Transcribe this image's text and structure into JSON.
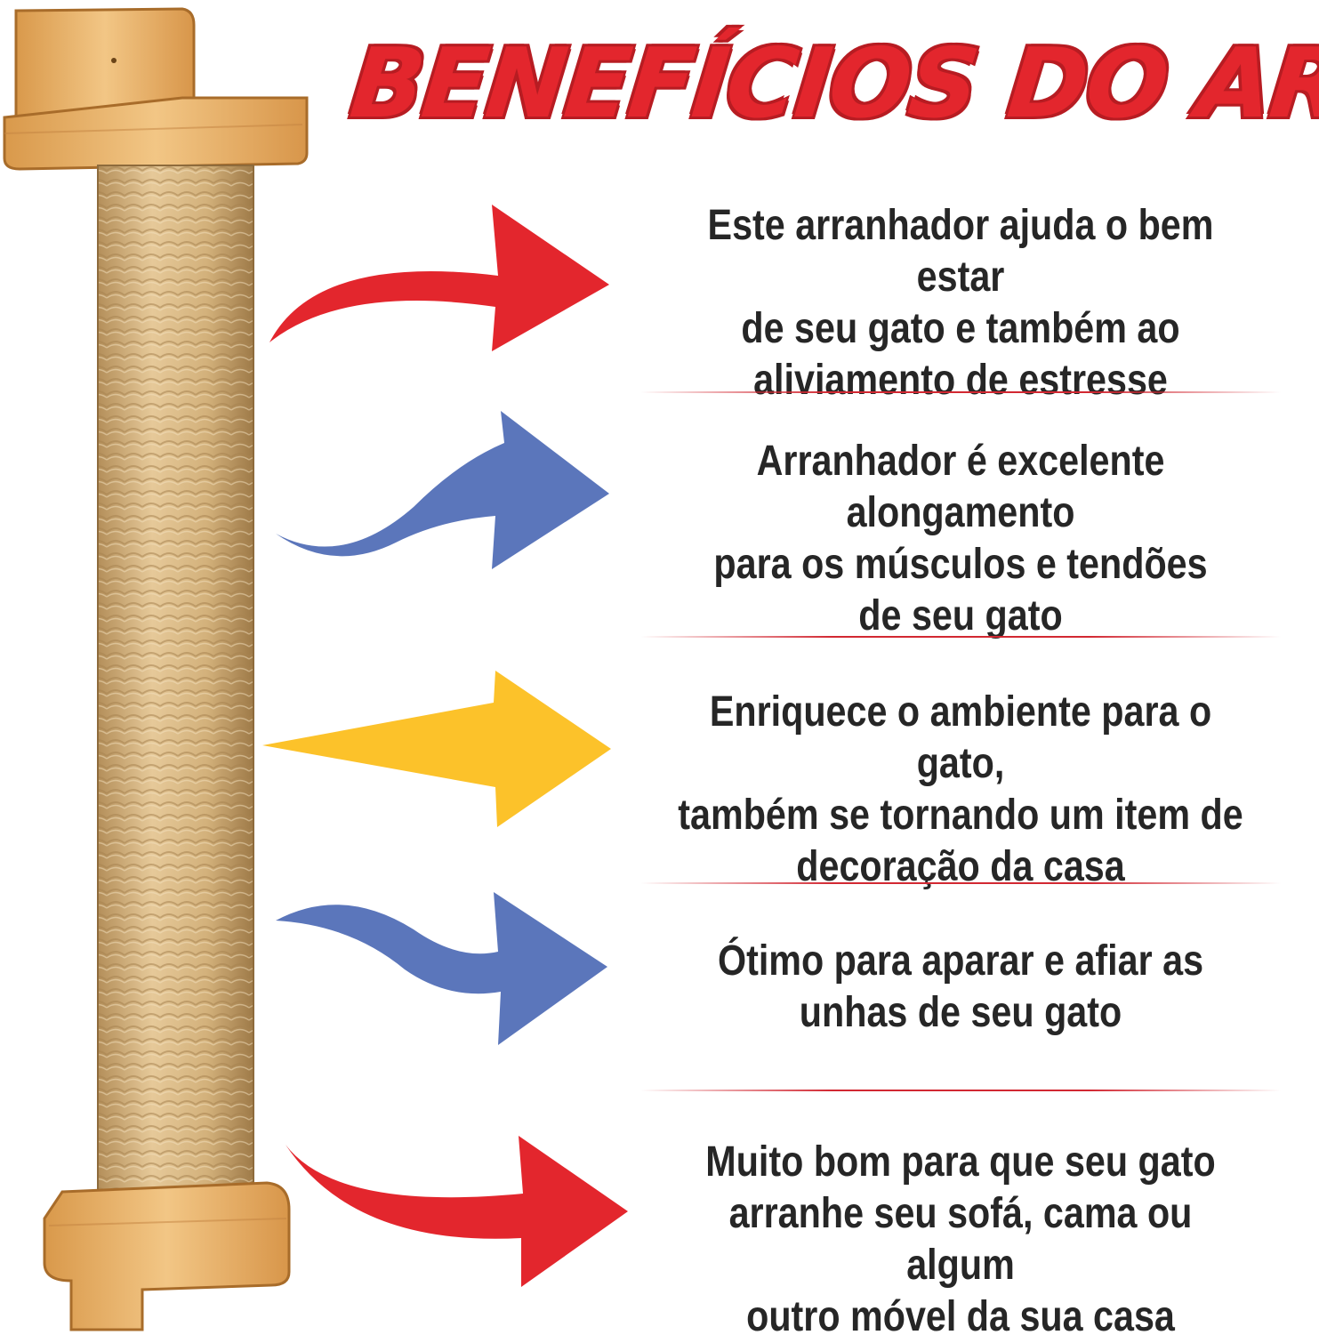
{
  "title": "BENEFÍCIOS DO ARRANHADOR",
  "benefits": [
    {
      "text": "Este arranhador ajuda o bem estar\nde seu gato e também ao\naliviamento de estresse"
    },
    {
      "text": "Arranhador é excelente alongamento\npara os músculos e tendões\nde seu gato"
    },
    {
      "text": "Enriquece o ambiente para o gato,\ntambém se tornando um item de\ndecoração da casa"
    },
    {
      "text": "Ótimo para aparar e afiar as\nunhas de seu gato"
    },
    {
      "text": "Muito bom para que seu gato\narranhe seu sofá, cama ou algum\noutro móvel da sua casa"
    }
  ],
  "colors": {
    "title": "#e3262d",
    "arrow_red": "#e3262d",
    "arrow_blue": "#5b76bb",
    "arrow_yellow": "#fcc22a",
    "text": "#262626",
    "wood": "#e9b36a",
    "sisal": "#d6b583"
  },
  "image": {
    "subject": "wall-mounted-sisal-scratching-post"
  }
}
